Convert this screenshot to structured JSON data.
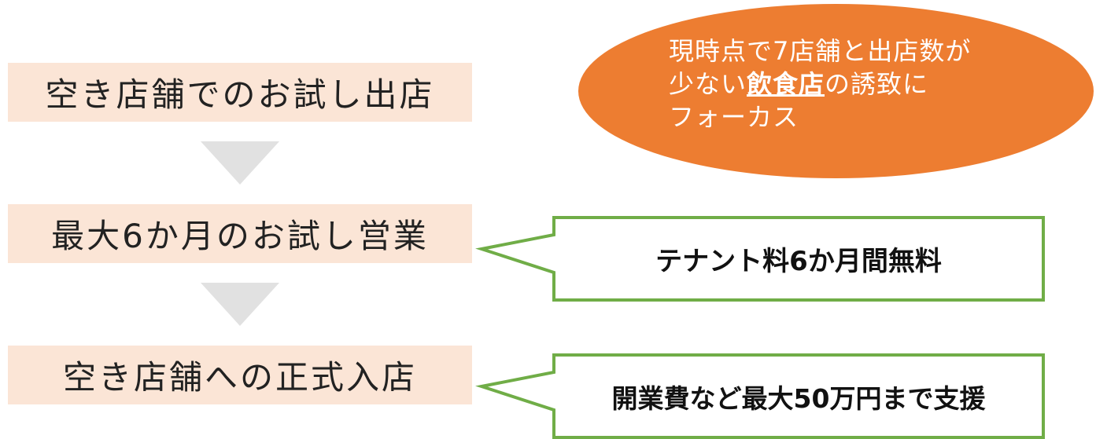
{
  "steps": [
    {
      "label": "空き店舗でのお試し出店"
    },
    {
      "label": "最大6か月のお試し営業"
    },
    {
      "label": "空き店舗への正式入店"
    }
  ],
  "focus": {
    "line1": "現時点で7店舗と出店数が",
    "line2_pre": "少ない",
    "line2_highlight": "飲食店",
    "line2_post": "の誘致に",
    "line3": "フォーカス"
  },
  "callouts": [
    {
      "text": "テナント料6か月間無料"
    },
    {
      "text": "開業費など最大50万円まで支援"
    }
  ],
  "colors": {
    "step_fill": "#fbe5d6",
    "arrow": "#e1e1e1",
    "ellipse": "#ed7d31",
    "callout_border": "#70ad47"
  }
}
